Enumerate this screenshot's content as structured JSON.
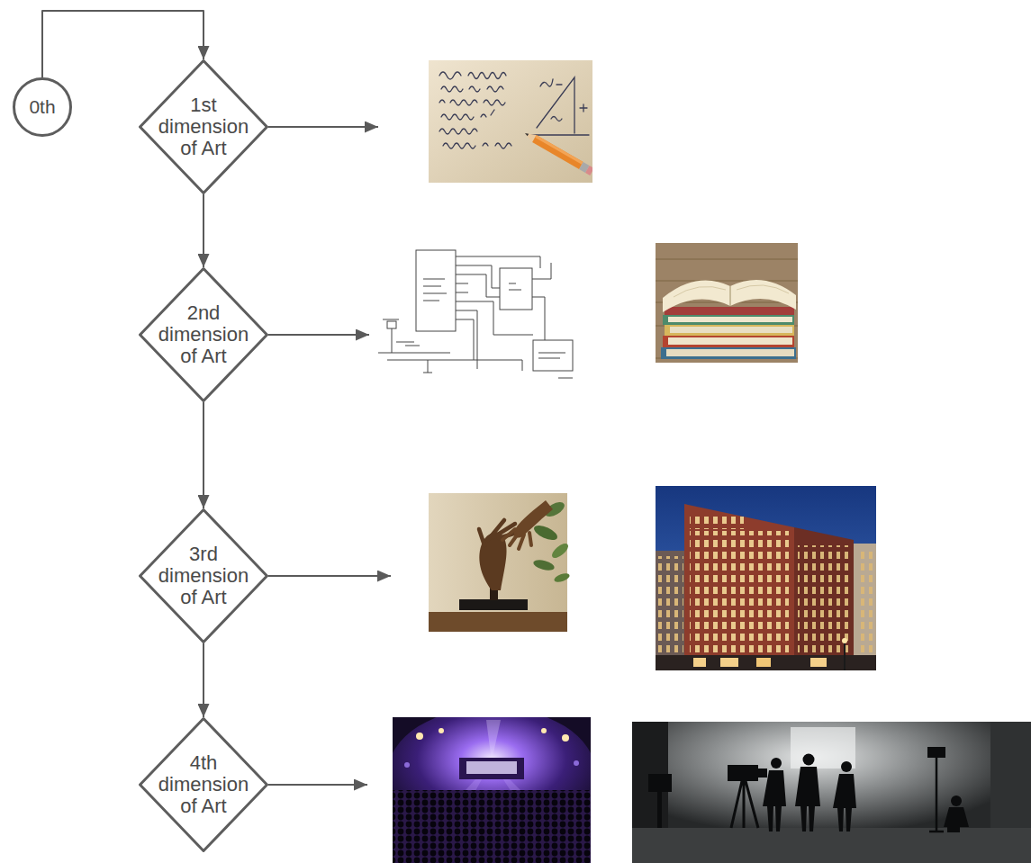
{
  "diagram": {
    "nodes": [
      {
        "text": [
          "0th"
        ]
      },
      {
        "text": [
          "1st dimension of Art"
        ]
      },
      {
        "text": [
          "2nd dimension of Art"
        ]
      },
      {
        "text": [
          "3rd dimension of Art"
        ]
      },
      {
        "text": [
          "4th dimension of Art"
        ]
      }
    ],
    "edges": [
      {
        "from": 0,
        "to": 1,
        "arrow": "to"
      },
      {
        "from": 1,
        "to": 2,
        "arrow": "to"
      },
      {
        "from": 2,
        "to": 3,
        "arrow": "to"
      },
      {
        "from": 3,
        "to": 4,
        "arrow": "to"
      }
    ]
  }
}
